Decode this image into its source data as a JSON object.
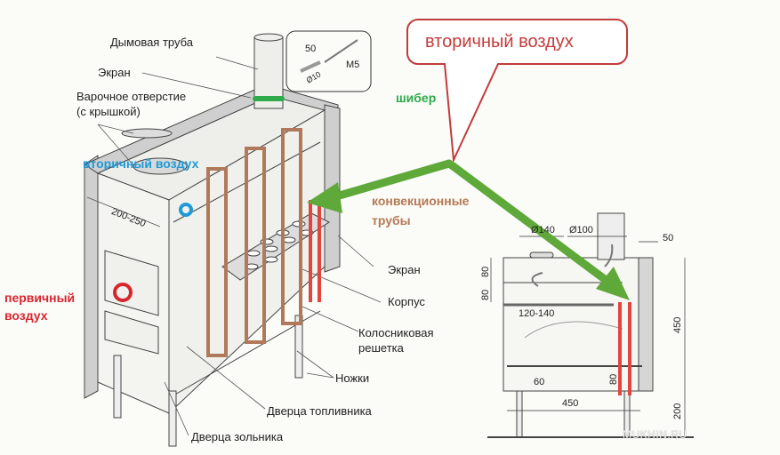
{
  "diagram": {
    "title_bubble": "вторичный воздух",
    "left_view": {
      "labels": {
        "chimney": "Дымовая труба",
        "screen_top": "Экран",
        "cooking_hole_1": "Варочное отверстие",
        "cooking_hole_2": "(с крышкой)",
        "screen_side": "Экран",
        "body": "Корпус",
        "grate_1": "Колосниковая",
        "grate_2": "решетка",
        "legs": "Ножки",
        "fuel_door": "Дверца топливника",
        "ash_door": "Дверца зольника",
        "width_dim": "200-250"
      },
      "inset": {
        "length": "50",
        "diameter": "Ø10",
        "bolt": "M5"
      }
    },
    "annotations": {
      "damper": "шибер",
      "secondary_air": "вторичный воздух",
      "primary_air_1": "первичный",
      "primary_air_2": "воздух",
      "convection_1": "конвекционные",
      "convection_2": "трубы"
    },
    "right_view": {
      "dims": {
        "hole": "Ø140",
        "chimney": "Ø100",
        "screen_gap": "50",
        "top_80a": "80",
        "top_80b": "80",
        "fire_height": "120-140",
        "ash_height": "60",
        "pipe_80": "80",
        "length": "450",
        "height": "450",
        "legs": "200"
      }
    },
    "watermark": "MUKHIN.RU",
    "colors": {
      "green_arrow": "#5fa83a",
      "green_damper": "#2eaa4a",
      "red_bubble": "#c23b3b",
      "red_pipes": "#e2453f",
      "brown_pipes": "#b07a5a",
      "blue_text": "#1f9ad6",
      "red_text": "#d8262f",
      "brown_text": "#b57a55"
    }
  }
}
